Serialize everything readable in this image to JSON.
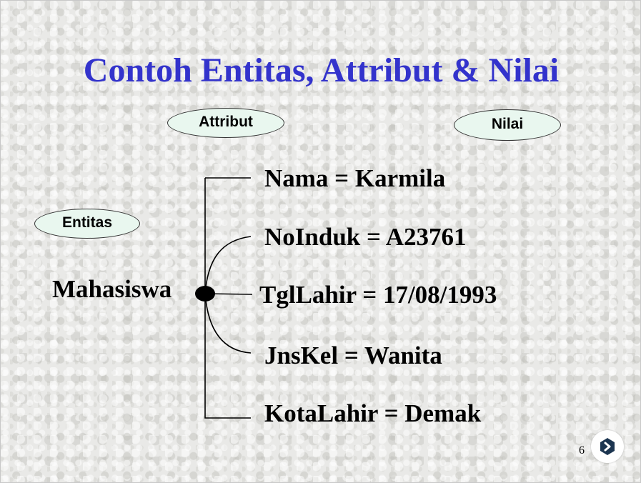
{
  "title": "Contoh Entitas, Attribut & Nilai",
  "callouts": {
    "attribut": "Attribut",
    "nilai": "Nilai",
    "entitas": "Entitas"
  },
  "entity": "Mahasiswa",
  "attributes": [
    "Nama = Karmila",
    "NoInduk = A23761",
    "TglLahir = 17/08/1993",
    "JnsKel = Wanita",
    "KotaLahir = Demak"
  ],
  "page_number": "6",
  "colors": {
    "title": "#3333cc",
    "callout_fill": "#e9f7ef",
    "logo": "#1c3550"
  },
  "icons": {
    "logo": "presentation-logo-icon"
  }
}
